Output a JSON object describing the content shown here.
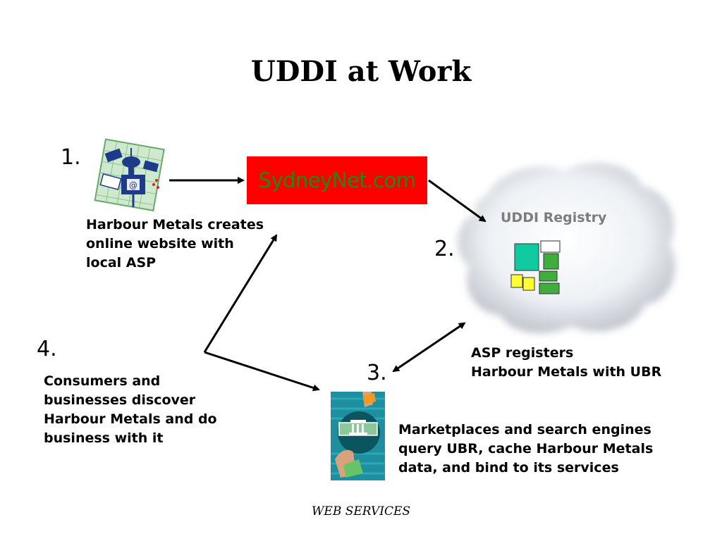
{
  "slide": {
    "title": "UDDI at Work",
    "footer": "WEB SERVICES"
  },
  "steps": {
    "one": {
      "number": "1.",
      "caption": [
        "Harbour Metals creates",
        "online website with",
        "local ASP"
      ],
      "icon": "email-satellite-icon"
    },
    "two": {
      "number": "2.",
      "caption": [
        "ASP registers",
        "Harbour Metals with UBR"
      ]
    },
    "three": {
      "number": "3.",
      "caption": [
        "Marketplaces and search engines",
        "query UBR, cache Harbour Metals",
        "data, and bind to its services"
      ],
      "icon": "bank-money-exchange-icon"
    },
    "four": {
      "number": "4.",
      "caption": [
        "Consumers and",
        "businesses discover",
        "Harbour Metals and do",
        "business with it"
      ]
    }
  },
  "asp_box": {
    "label": "SydneyNet.com",
    "background": "#ff0000",
    "text_color": "#1a8a1a"
  },
  "registry": {
    "label": "UDDI Registry",
    "icon": "registry-blocks-icon"
  }
}
